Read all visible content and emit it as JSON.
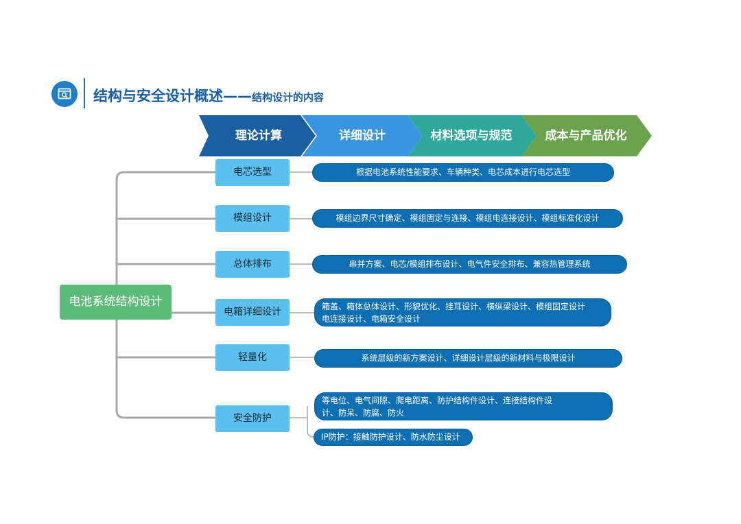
{
  "header": {
    "title": "结构与安全设计概述——",
    "subtitle": "结构设计的内容",
    "icon": "monitor-search-icon"
  },
  "steps": [
    {
      "label": "理论计算",
      "color": "#1a5fa3"
    },
    {
      "label": "详细设计",
      "color": "#3a95e0"
    },
    {
      "label": "材料选项与规范",
      "color": "#2ea89a"
    },
    {
      "label": "成本与产品优化",
      "color": "#6aa24e"
    }
  ],
  "root": {
    "label": "电池系统结构设计"
  },
  "categories": [
    {
      "label": "电芯选型",
      "details": [
        "根据电池系统性能要求、车辆种类、电芯成本进行电芯选型"
      ]
    },
    {
      "label": "模组设计",
      "details": [
        "模组边界尺寸确定、模组固定与连接、模组电连接设计、模组标准化设计"
      ]
    },
    {
      "label": "总体排布",
      "details": [
        "串并方案、电芯/模组排布设计、电气件安全排布、兼容热管理系统"
      ]
    },
    {
      "label": "电箱详细设计",
      "details": [
        "箱盖、箱体总体设计、形貌优化、挂耳设计、横纵梁设计、模组固定设计",
        "电连接设计、电箱安全设计"
      ]
    },
    {
      "label": "轻量化",
      "details": [
        "系统层级的新方案设计、详细设计层级的新材料与极限设计"
      ]
    },
    {
      "label": "安全防护",
      "details": [
        "等电位、电气间隙、爬电距离、防护结构件设计、连接结构件设",
        "计、防呆、防腐、防火",
        "IP防护：接触防护设计、防水防尘设计"
      ]
    }
  ]
}
